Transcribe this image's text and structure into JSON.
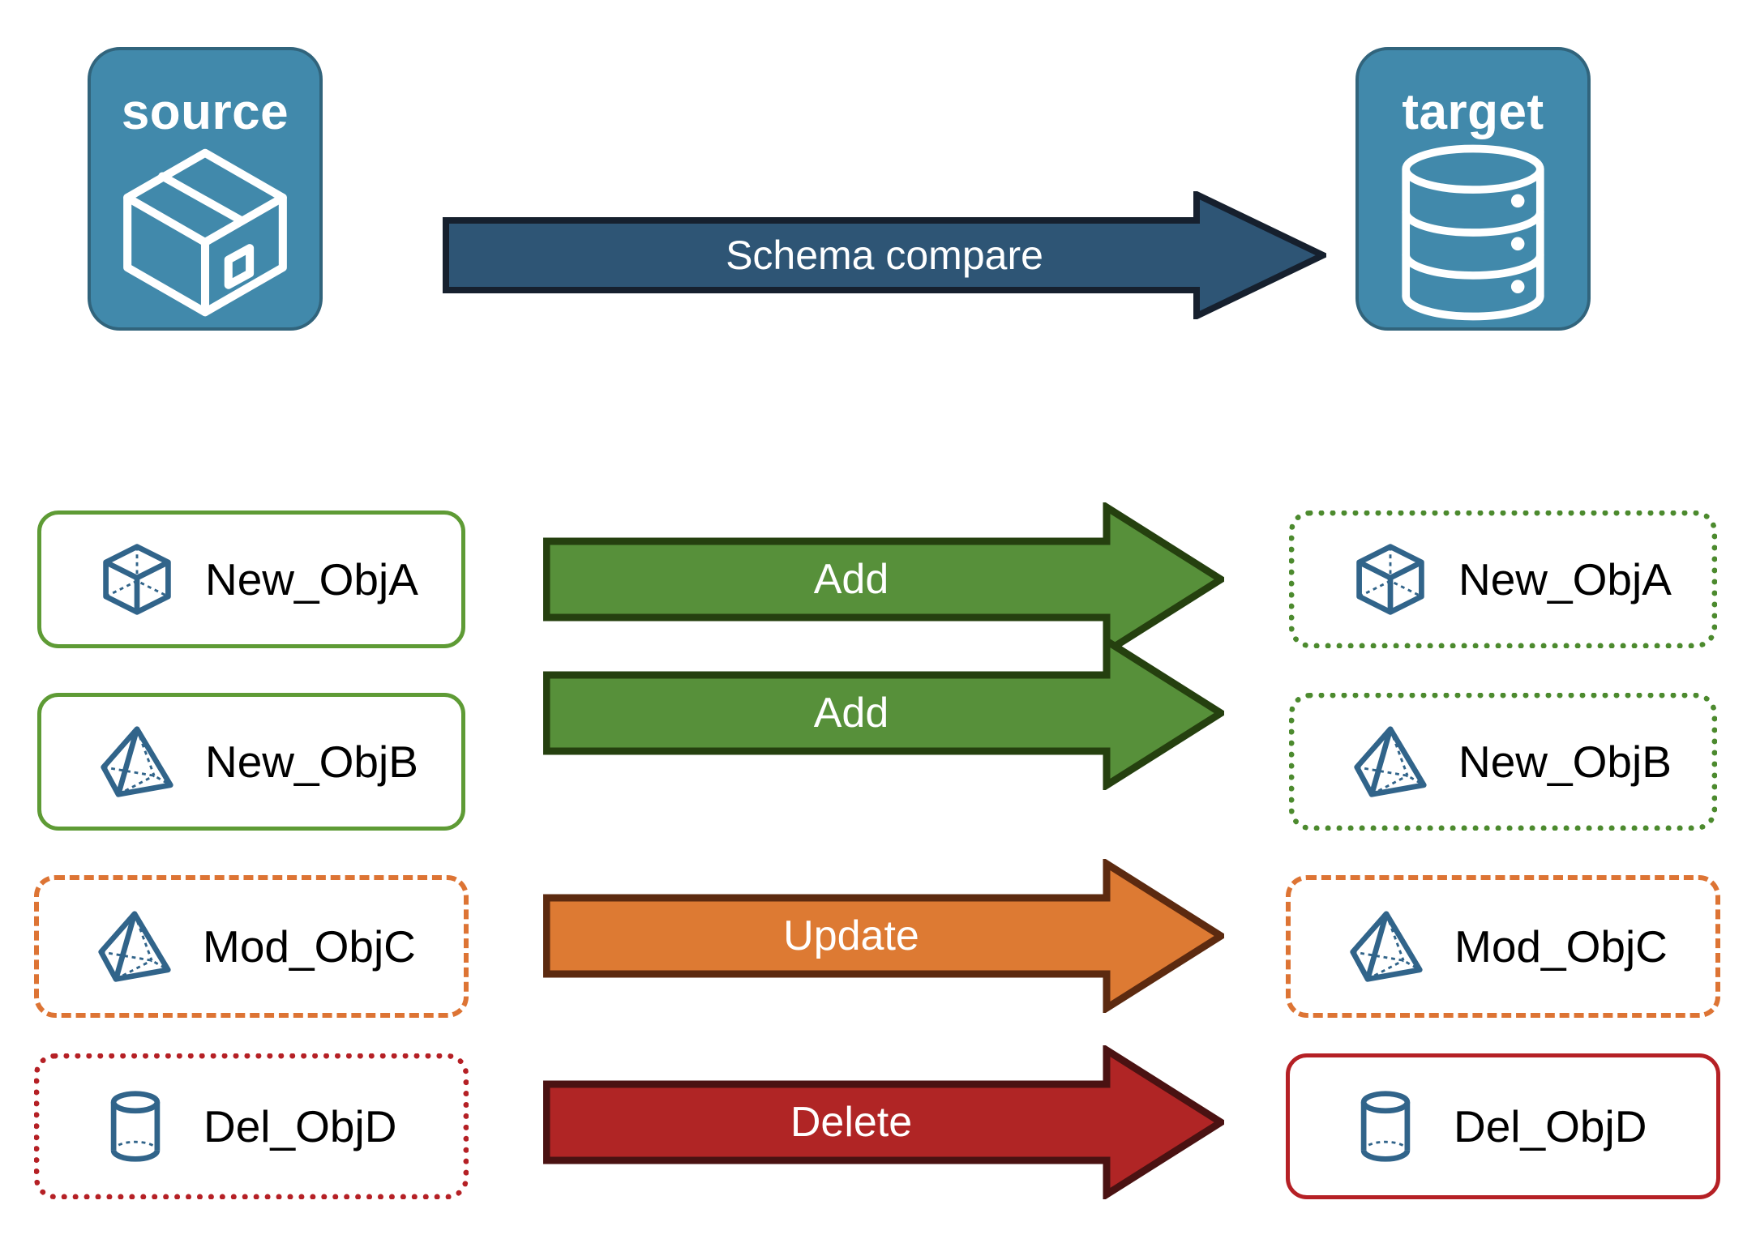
{
  "diagram": {
    "title": "Schema compare",
    "colors": {
      "endpoint_fill": "#4189AB",
      "endpoint_stroke": "#31647C",
      "compare_arrow_fill": "#2E5575",
      "compare_arrow_stroke": "#16202E",
      "add_fill": "#57903A",
      "add_stroke": "#25400F",
      "update_fill": "#DD7A33",
      "update_stroke": "#5C2A10",
      "delete_fill": "#B02525",
      "delete_stroke": "#4A1212",
      "object_icon": "#31648A",
      "label_text": "#000000",
      "arrow_text": "#FFFFFF"
    }
  },
  "endpoints": {
    "source": {
      "title": "source",
      "icon": "package-box-icon"
    },
    "target": {
      "title": "target",
      "icon": "database-cylinder-icon"
    }
  },
  "compare": {
    "label": "Schema compare",
    "icon": "right-block-arrow-icon"
  },
  "rows": [
    {
      "action": "Add",
      "arrow_icon": "right-block-arrow-icon",
      "arrow_fill": "#57903A",
      "arrow_stroke": "#25400F",
      "source": {
        "label": "New_ObjA",
        "icon": "wireframe-cube-icon",
        "border_style": "solid",
        "border_color": "#5E9B35"
      },
      "target": {
        "label": "New_ObjA",
        "icon": "wireframe-cube-icon",
        "border_style": "dotted",
        "border_color": "#4C8A2E"
      }
    },
    {
      "action": "Add",
      "arrow_icon": "right-block-arrow-icon",
      "arrow_fill": "#57903A",
      "arrow_stroke": "#25400F",
      "source": {
        "label": "New_ObjB",
        "icon": "wireframe-pyramid-icon",
        "border_style": "solid",
        "border_color": "#5E9B35"
      },
      "target": {
        "label": "New_ObjB",
        "icon": "wireframe-pyramid-icon",
        "border_style": "dotted",
        "border_color": "#4C8A2E"
      }
    },
    {
      "action": "Update",
      "arrow_icon": "right-block-arrow-icon",
      "arrow_fill": "#DD7A33",
      "arrow_stroke": "#5C2A10",
      "source": {
        "label": "Mod_ObjC",
        "icon": "wireframe-pyramid-icon",
        "border_style": "dashed",
        "border_color": "#DD7434"
      },
      "target": {
        "label": "Mod_ObjC",
        "icon": "wireframe-pyramid-icon",
        "border_style": "dashed",
        "border_color": "#DD7434"
      }
    },
    {
      "action": "Delete",
      "arrow_icon": "right-block-arrow-icon",
      "arrow_fill": "#B02525",
      "arrow_stroke": "#4A1212",
      "source": {
        "label": "Del_ObjD",
        "icon": "wireframe-cylinder-icon",
        "border_style": "dotted",
        "border_color": "#B52025"
      },
      "target": {
        "label": "Del_ObjD",
        "icon": "wireframe-cylinder-icon",
        "border_style": "solid",
        "border_color": "#B52025"
      }
    }
  ]
}
